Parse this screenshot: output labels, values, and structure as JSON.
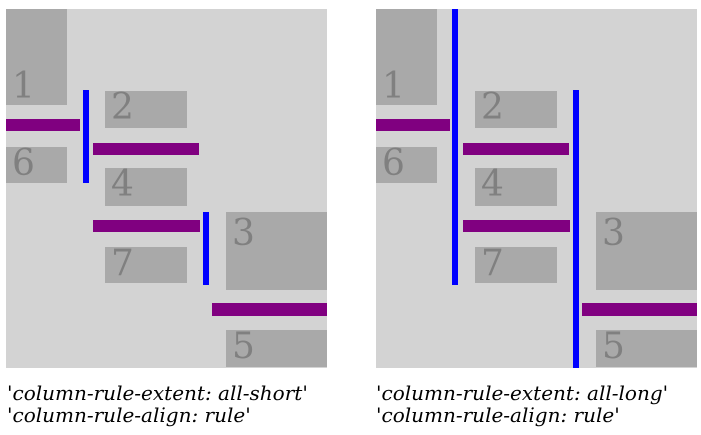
{
  "colors": {
    "page_bg": "#ffffff",
    "panel_bg": "#d3d3d3",
    "block_fill": "#a9a9a9",
    "block_number": "#808080",
    "row_rule": "#800080",
    "column_rule": "#0000ff",
    "caption_text": "#000000"
  },
  "panels": [
    {
      "name": "all-short",
      "caption": {
        "line1": "'column-rule-extent: all-short'",
        "line2": "'column-rule-align: rule'"
      },
      "blocks": [
        {
          "label": "1"
        },
        {
          "label": "6"
        },
        {
          "label": "2"
        },
        {
          "label": "4"
        },
        {
          "label": "7"
        },
        {
          "label": "3"
        },
        {
          "label": "5"
        }
      ]
    },
    {
      "name": "all-long",
      "caption": {
        "line1": "'column-rule-extent: all-long'",
        "line2": "'column-rule-align: rule'"
      },
      "blocks": [
        {
          "label": "1"
        },
        {
          "label": "6"
        },
        {
          "label": "2"
        },
        {
          "label": "4"
        },
        {
          "label": "7"
        },
        {
          "label": "3"
        },
        {
          "label": "5"
        }
      ]
    }
  ]
}
